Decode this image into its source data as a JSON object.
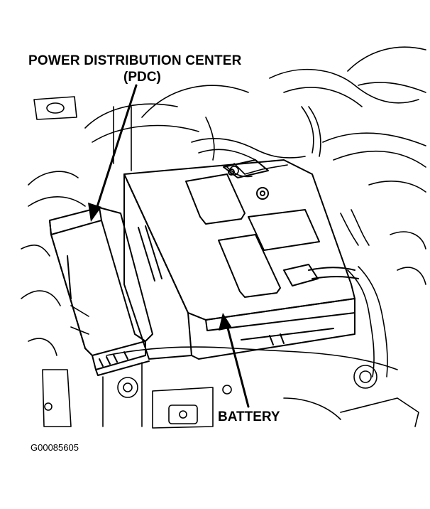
{
  "labels": {
    "pdc_line1": "POWER DISTRIBUTION CENTER",
    "pdc_line2": "(PDC)",
    "battery": "BATTERY",
    "figure_id": "G00085605"
  }
}
